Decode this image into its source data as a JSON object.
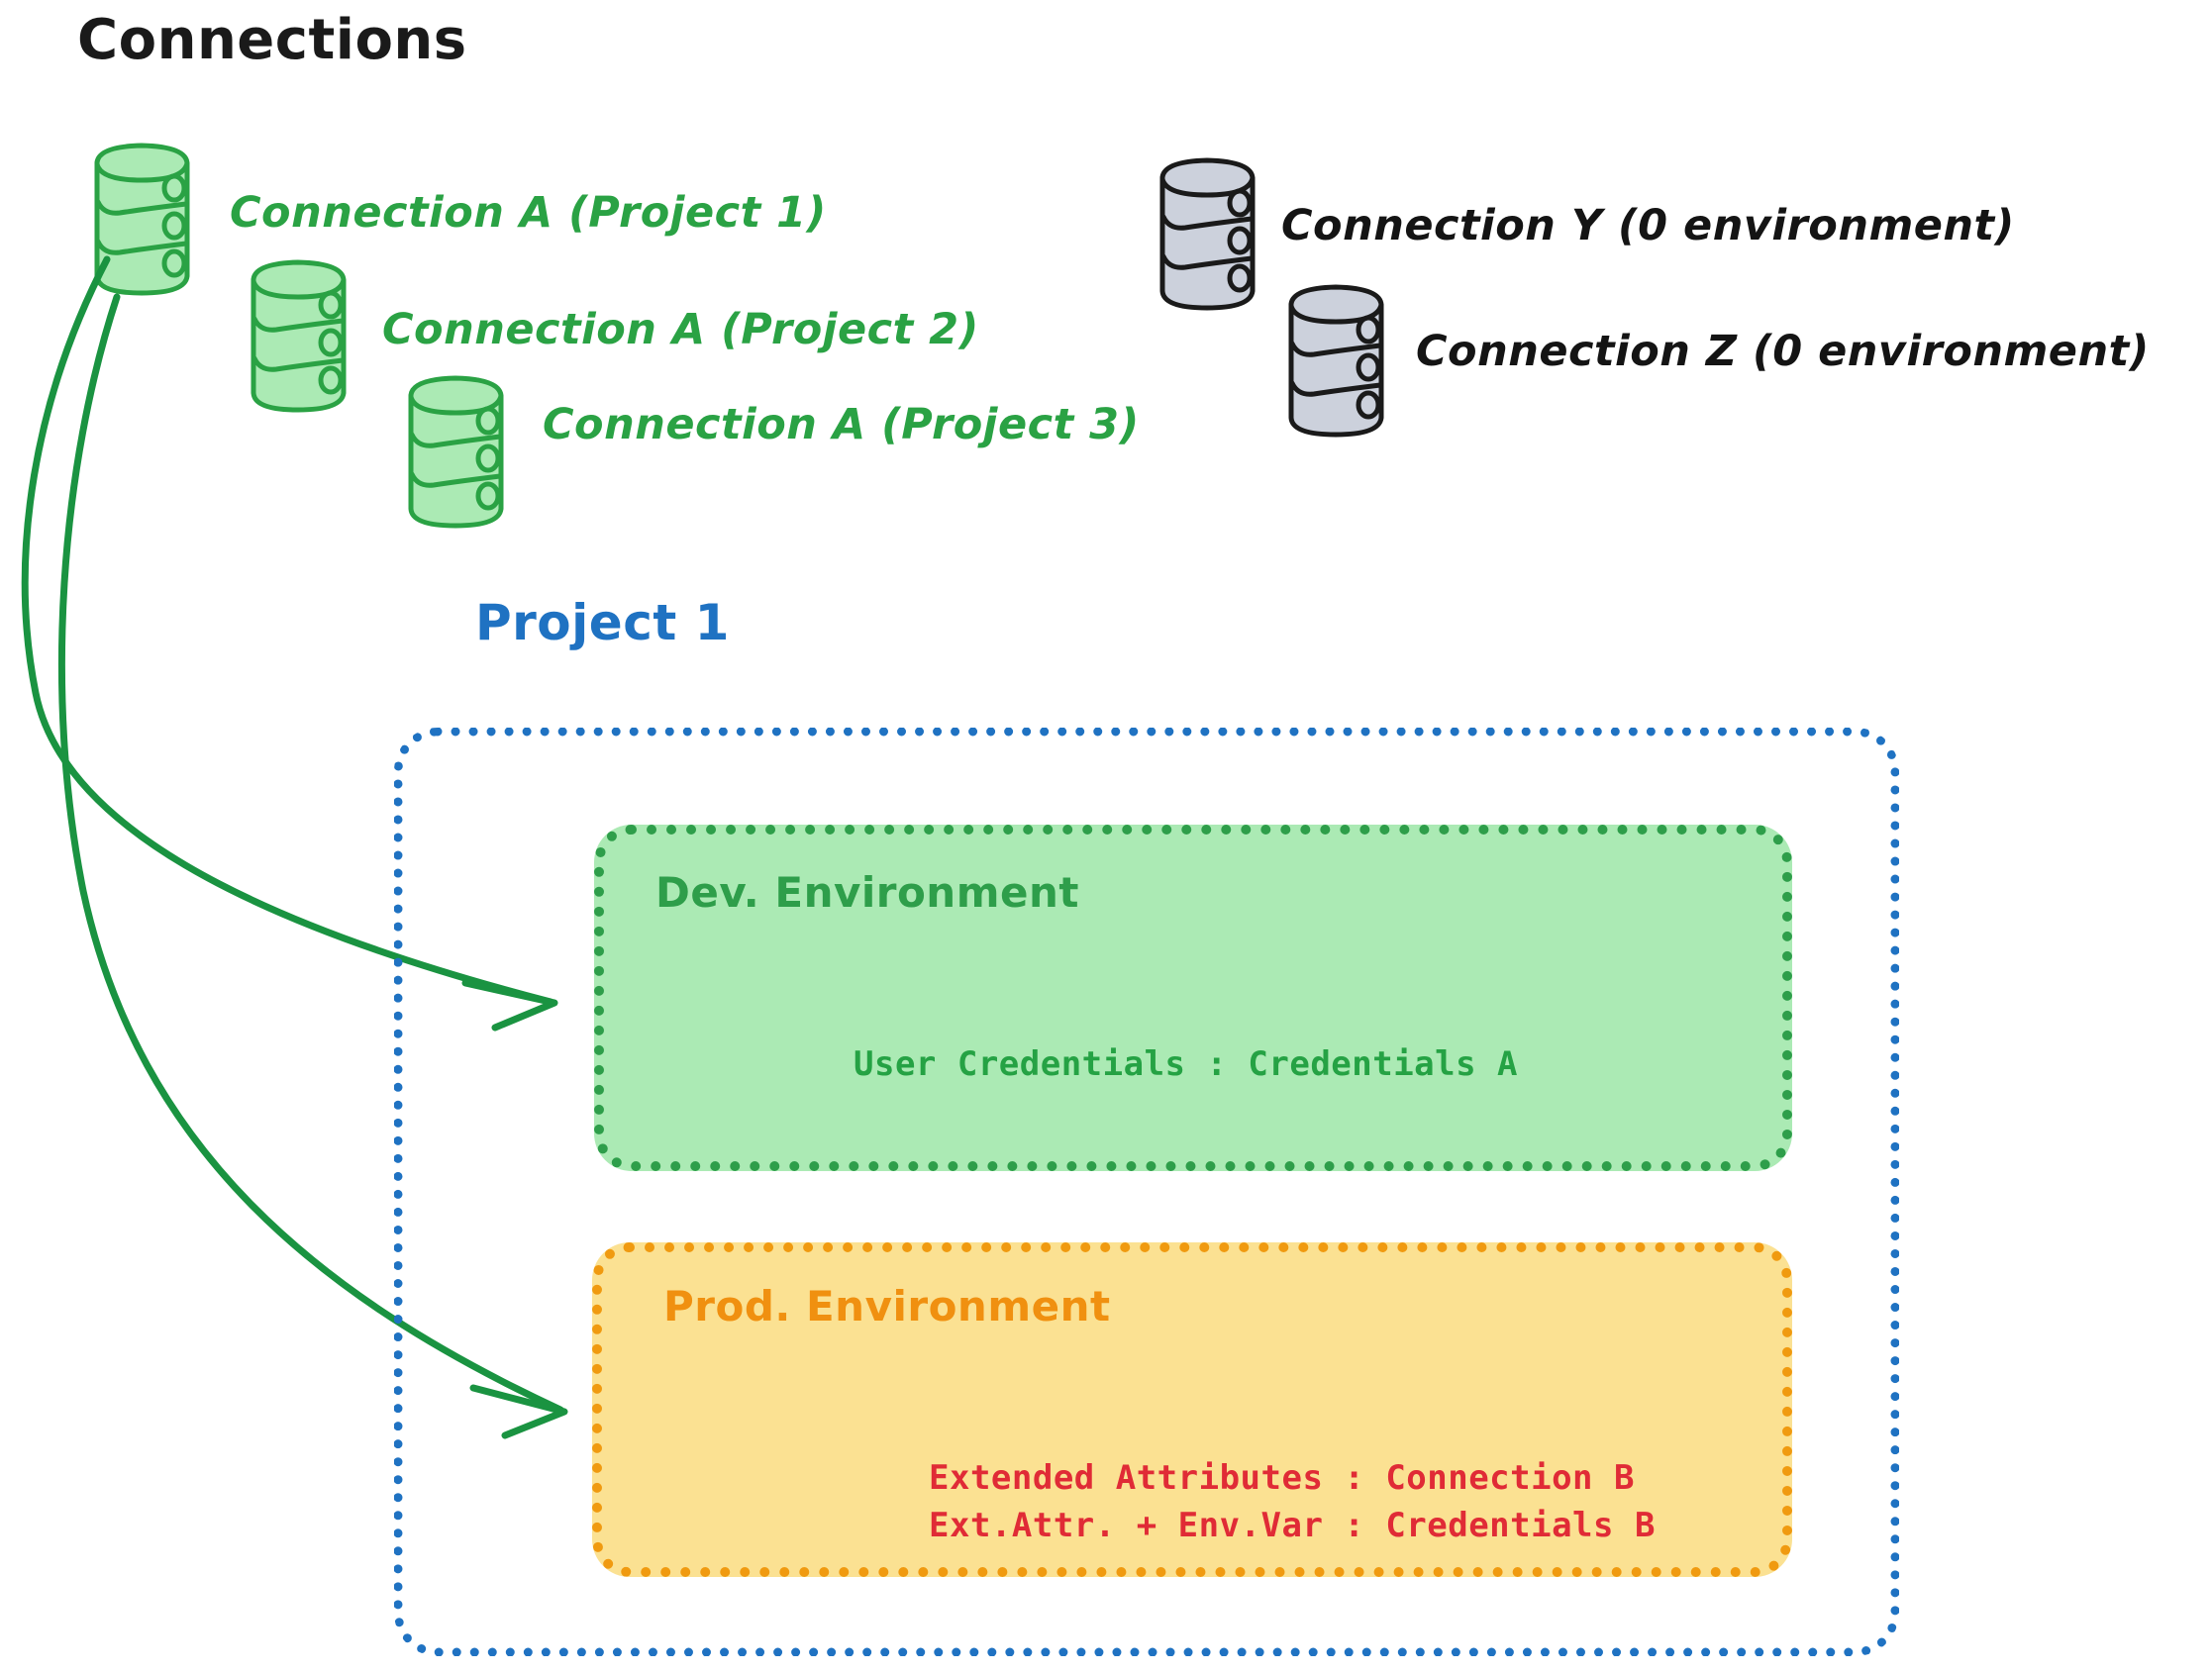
{
  "diagram": {
    "heading": "Connections",
    "colors": {
      "green_stroke": "#2aa244",
      "green_fill": "#abeab4",
      "gray_fill": "#ccd1dc",
      "gray_stroke": "#1a1a1a",
      "blue": "#1f72c2",
      "orange": "#f09a10",
      "orange_fill": "#fbe192",
      "red": "#e02b36",
      "black": "#1a1a1a"
    }
  },
  "connections": {
    "green": [
      {
        "label": "Connection A (Project 1)",
        "icon": "database-icon"
      },
      {
        "label": "Connection A (Project 2)",
        "icon": "database-icon"
      },
      {
        "label": "Connection A (Project 3)",
        "icon": "database-icon"
      }
    ],
    "gray": [
      {
        "label": "Connection Y (0 environment)",
        "icon": "database-icon"
      },
      {
        "label": "Connection Z (0 environment)",
        "icon": "database-icon"
      }
    ]
  },
  "project": {
    "title": "Project 1",
    "environments": [
      {
        "name": "Dev. Environment",
        "color": "#2e9e4a",
        "entries": [
          "User Credentials : Credentials A"
        ]
      },
      {
        "name": "Prod. Environment",
        "color": "#f09010",
        "entries": [
          "Extended Attributes : Connection B",
          "Ext.Attr. + Env.Var : Credentials B"
        ]
      }
    ]
  },
  "arrows": [
    {
      "from": "Connection A (Project 1)",
      "to": "Dev. Environment"
    },
    {
      "from": "Connection A (Project 1)",
      "to": "Prod. Environment"
    }
  ]
}
